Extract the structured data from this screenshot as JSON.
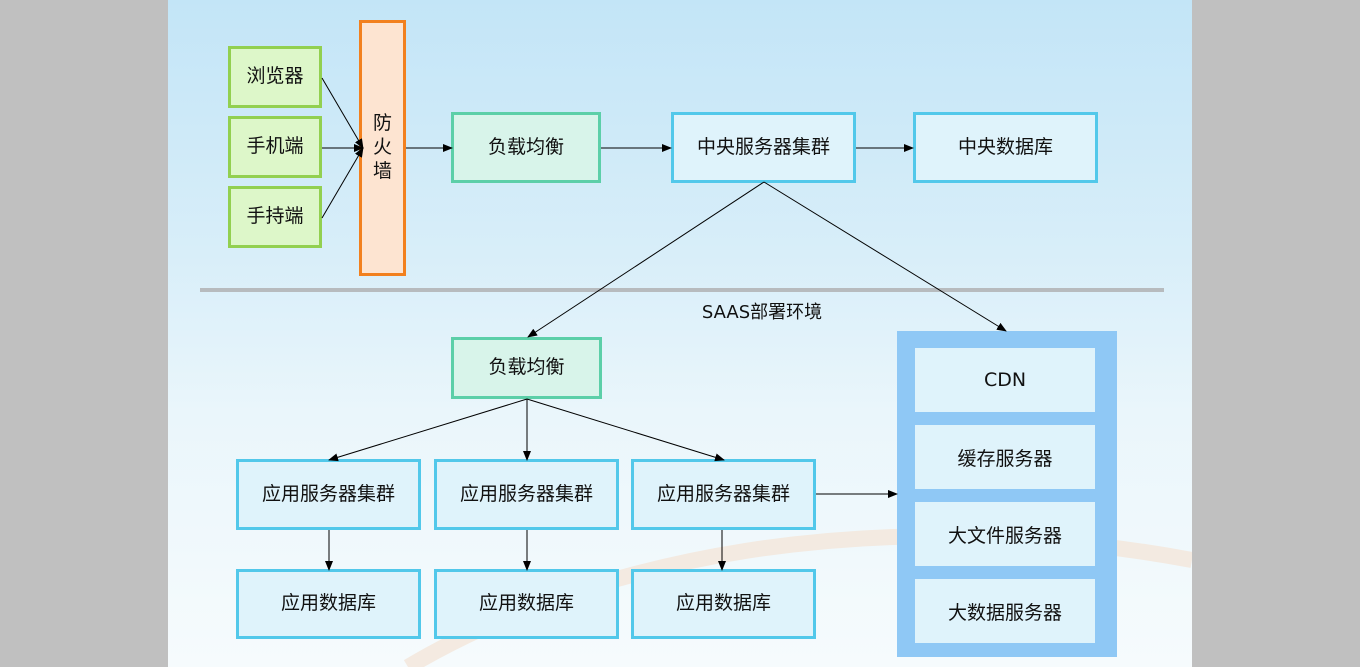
{
  "clients": {
    "browser": "浏览器",
    "mobile": "手机端",
    "handheld": "手持端"
  },
  "firewall": [
    "防",
    "火",
    "墙"
  ],
  "top": {
    "load_balancer": "负载均衡",
    "central_cluster": "中央服务器集群",
    "central_db": "中央数据库"
  },
  "saas_label": "SAAS部署环境",
  "bottom": {
    "load_balancer": "负载均衡",
    "app_clusters": [
      "应用服务器集群",
      "应用服务器集群",
      "应用服务器集群"
    ],
    "app_dbs": [
      "应用数据库",
      "应用数据库",
      "应用数据库"
    ]
  },
  "services": [
    "CDN",
    "缓存服务器",
    "大文件服务器",
    "大数据服务器"
  ]
}
